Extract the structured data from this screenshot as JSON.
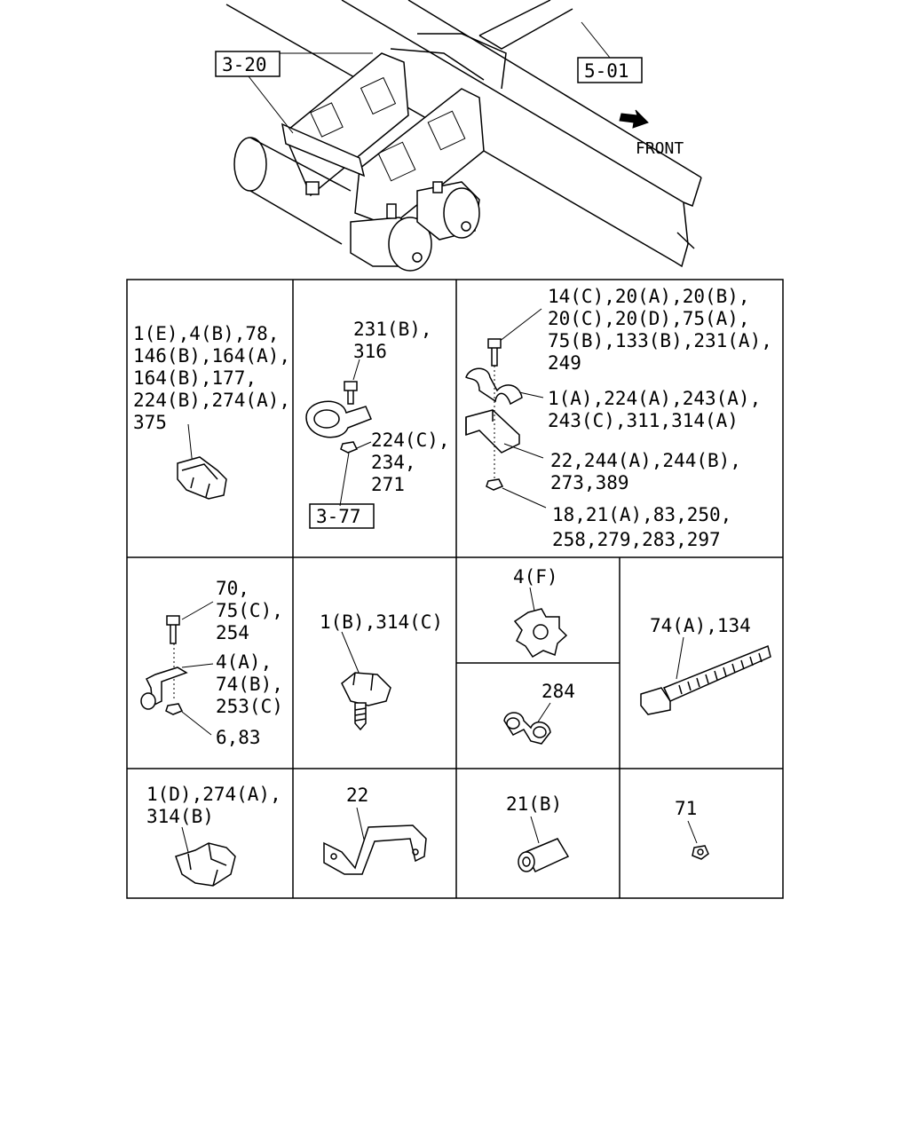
{
  "header": {
    "refs": [
      "3-20",
      "5-01"
    ],
    "front_label": "FRONT"
  },
  "cells": [
    {
      "id": "c1",
      "lines": [
        "1(E),4(B),78,",
        "146(B),164(A),",
        "164(B),177,",
        "224(B),274(A),",
        "375"
      ]
    },
    {
      "id": "c2a",
      "lines": [
        "231(B),",
        "316"
      ]
    },
    {
      "id": "c2b",
      "lines": [
        "224(C),",
        "234,",
        "271"
      ]
    },
    {
      "id": "c2ref",
      "lines": [
        "3-77"
      ]
    },
    {
      "id": "c3a",
      "lines": [
        "14(C),20(A),20(B),",
        "20(C),20(D),75(A),",
        "75(B),133(B),231(A),",
        "249"
      ]
    },
    {
      "id": "c3b",
      "lines": [
        "1(A),224(A),243(A),",
        "243(C),311,314(A)"
      ]
    },
    {
      "id": "c3c",
      "lines": [
        "22,244(A),244(B),",
        "273,389"
      ]
    },
    {
      "id": "c3d",
      "lines": [
        "18,21(A),83,250,",
        "258,279,283,297"
      ]
    },
    {
      "id": "c4a",
      "lines": [
        "70,",
        "75(C),",
        "254"
      ]
    },
    {
      "id": "c4b",
      "lines": [
        "4(A),",
        "74(B),",
        "253(C)"
      ]
    },
    {
      "id": "c4c",
      "lines": [
        "6,83"
      ]
    },
    {
      "id": "c5",
      "lines": [
        "1(B),314(C)"
      ]
    },
    {
      "id": "c6",
      "lines": [
        "4(F)"
      ]
    },
    {
      "id": "c7",
      "lines": [
        "284"
      ]
    },
    {
      "id": "c8",
      "lines": [
        "74(A),134"
      ]
    },
    {
      "id": "c9",
      "lines": [
        "1(D),274(A),",
        "314(B)"
      ]
    },
    {
      "id": "c10",
      "lines": [
        "22"
      ]
    },
    {
      "id": "c11",
      "lines": [
        "21(B)"
      ]
    },
    {
      "id": "c12",
      "lines": [
        "71"
      ]
    }
  ]
}
